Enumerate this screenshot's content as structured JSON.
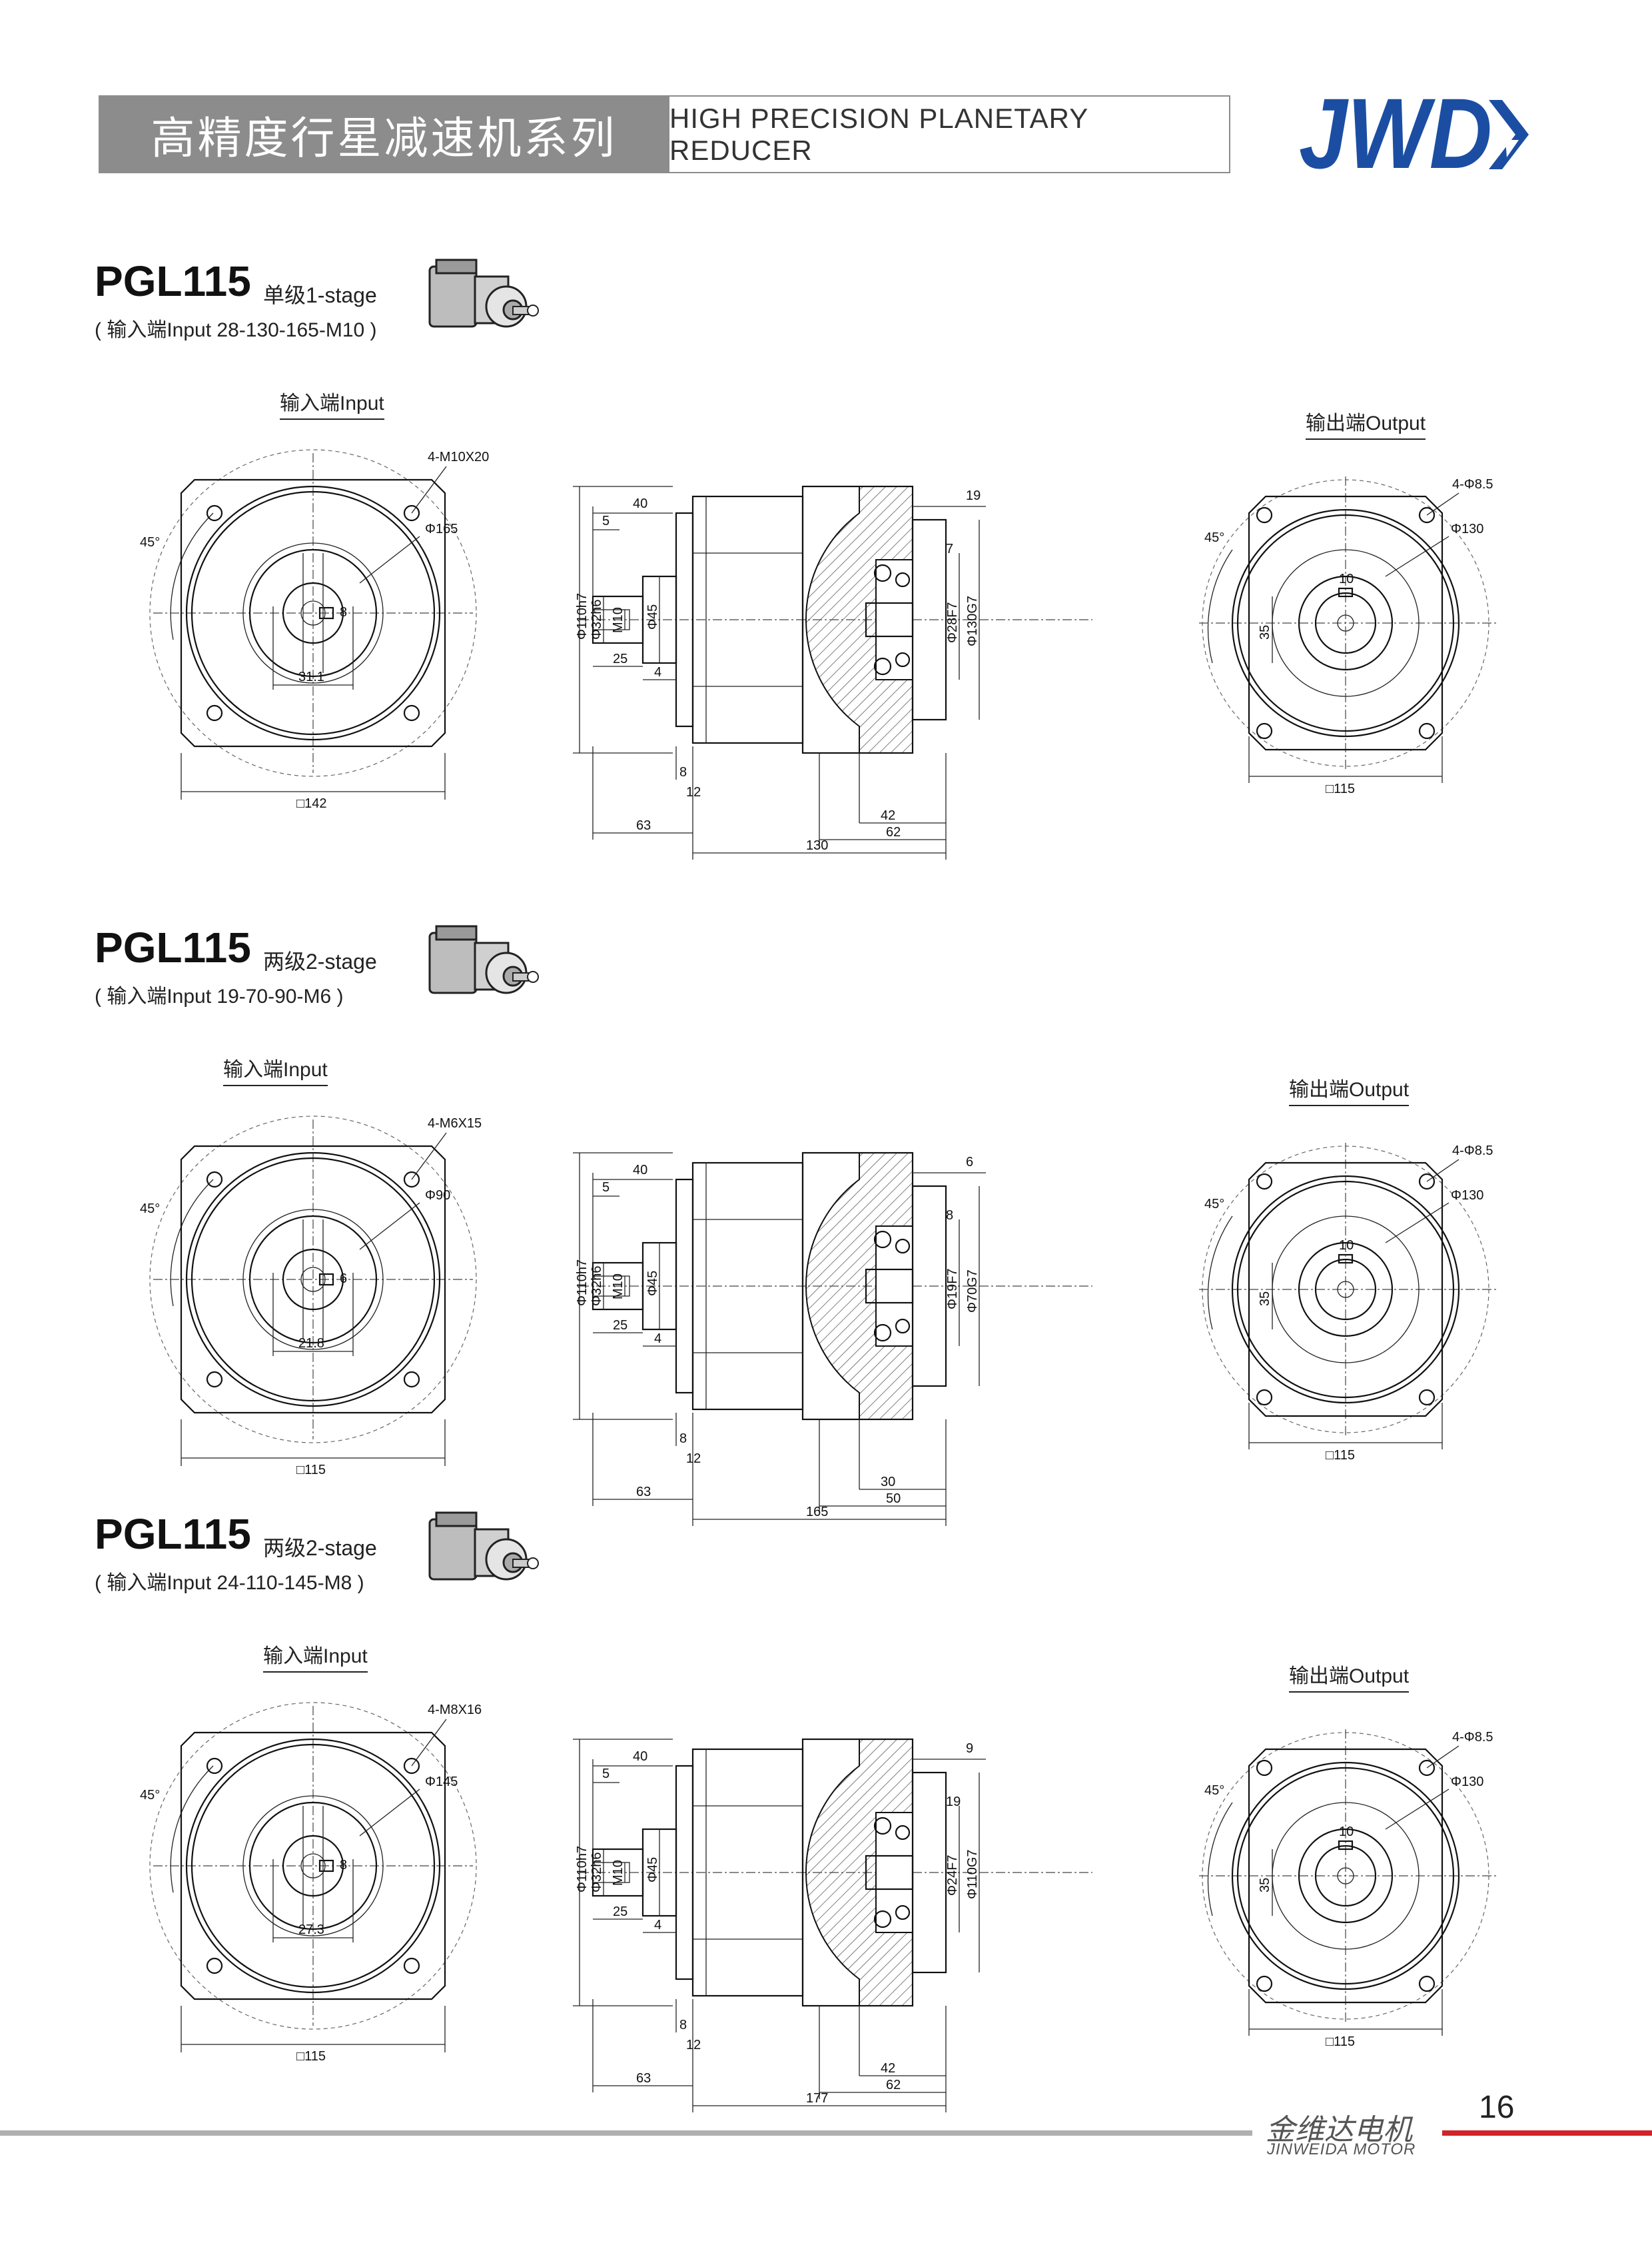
{
  "header": {
    "title_cn": "高精度行星减速机系列",
    "title_en": "HIGH PRECISION PLANETARY REDUCER",
    "logo_text": "JWD",
    "logo_color": "#1b4ea3"
  },
  "sections": [
    {
      "model": "PGL115",
      "stage": "单级1-stage",
      "input": "( 输入端Input 28-130-165-M10 )",
      "input_caption": "输入端Input",
      "output_caption": "输出端Output",
      "input_view": {
        "thread": "4-M10X20",
        "pcd": "Φ165",
        "angle": "45°",
        "key": "8",
        "shaft": "31.1",
        "square": "□142"
      },
      "side_view": {
        "d_flange": "Φ110h7",
        "d_shaft": "Φ32h6",
        "thread": "M10",
        "d_body": "Φ45",
        "d_bore": "Φ28F7",
        "d_out": "Φ130G7",
        "d5": "5",
        "d40": "40",
        "d25": "25",
        "d4": "4",
        "d8": "8",
        "d12": "12",
        "d63": "63",
        "d130": "130",
        "d42": "42",
        "d62": "62",
        "d19": "19",
        "d7": "7"
      },
      "output_view": {
        "holes": "4-Φ8.5",
        "pcd": "Φ130",
        "angle": "45°",
        "key": "10",
        "height": "35",
        "square": "□115"
      }
    },
    {
      "model": "PGL115",
      "stage": "两级2-stage",
      "input": "( 输入端Input 19-70-90-M6 )",
      "input_caption": "输入端Input",
      "output_caption": "输出端Output",
      "input_view": {
        "thread": "4-M6X15",
        "pcd": "Φ90",
        "angle": "45°",
        "key": "6",
        "shaft": "21.8",
        "square": "□115"
      },
      "side_view": {
        "d_flange": "Φ110h7",
        "d_shaft": "Φ32h6",
        "thread": "M10",
        "d_body": "Φ45",
        "d_bore": "Φ19F7",
        "d_out": "Φ70G7",
        "d5": "5",
        "d40": "40",
        "d25": "25",
        "d4": "4",
        "d8": "8",
        "d12": "12",
        "d63": "63",
        "d165": "165",
        "d30": "30",
        "d50": "50",
        "d6": "6",
        "d8b": "8"
      },
      "output_view": {
        "holes": "4-Φ8.5",
        "pcd": "Φ130",
        "angle": "45°",
        "key": "10",
        "height": "35",
        "square": "□115"
      }
    },
    {
      "model": "PGL115",
      "stage": "两级2-stage",
      "input": "( 输入端Input 24-110-145-M8 )",
      "input_caption": "输入端Input",
      "output_caption": "输出端Output",
      "input_view": {
        "thread": "4-M8X16",
        "pcd": "Φ145",
        "angle": "45°",
        "key": "8",
        "shaft": "27.3",
        "square": "□115"
      },
      "side_view": {
        "d_flange": "Φ110h7",
        "d_shaft": "Φ32h6",
        "thread": "M10",
        "d_body": "Φ45",
        "d_bore": "Φ24F7",
        "d_out": "Φ110G7",
        "d5": "5",
        "d40": "40",
        "d25": "25",
        "d4": "4",
        "d8": "8",
        "d12": "12",
        "d63": "63",
        "d177": "177",
        "d42": "42",
        "d62": "62",
        "d9": "9",
        "d19": "19"
      },
      "output_view": {
        "holes": "4-Φ8.5",
        "pcd": "Φ130",
        "angle": "45°",
        "key": "10",
        "height": "35",
        "square": "□115"
      }
    }
  ],
  "footer": {
    "page": "16",
    "brand_cn": "金维达电机",
    "brand_en": "JINWEIDA MOTOR"
  }
}
